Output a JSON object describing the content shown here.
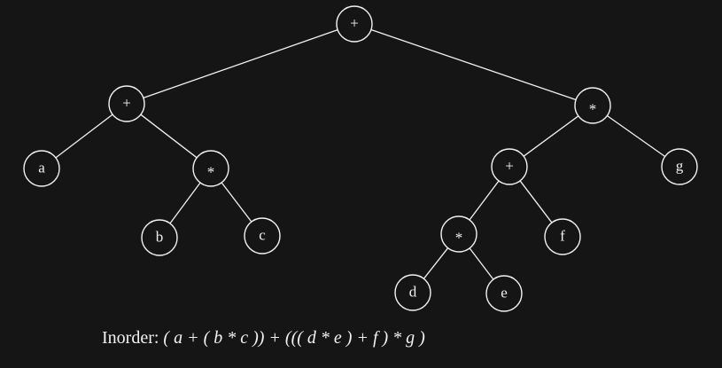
{
  "colors": {
    "background": "#151515",
    "foreground": "#f2f2f2"
  },
  "tree": {
    "nodes": [
      {
        "id": "n1",
        "label": "+"
      },
      {
        "id": "n2",
        "label": "+"
      },
      {
        "id": "n3",
        "label": "*"
      },
      {
        "id": "n4",
        "label": "a"
      },
      {
        "id": "n5",
        "label": "*"
      },
      {
        "id": "n6",
        "label": "b"
      },
      {
        "id": "n7",
        "label": "c"
      },
      {
        "id": "n8",
        "label": "+"
      },
      {
        "id": "n9",
        "label": "g"
      },
      {
        "id": "n10",
        "label": "*"
      },
      {
        "id": "n11",
        "label": "f"
      },
      {
        "id": "n12",
        "label": "d"
      },
      {
        "id": "n13",
        "label": "e"
      }
    ],
    "edges": [
      [
        "n1",
        "n2"
      ],
      [
        "n1",
        "n3"
      ],
      [
        "n2",
        "n4"
      ],
      [
        "n2",
        "n5"
      ],
      [
        "n5",
        "n6"
      ],
      [
        "n5",
        "n7"
      ],
      [
        "n3",
        "n8"
      ],
      [
        "n3",
        "n9"
      ],
      [
        "n8",
        "n10"
      ],
      [
        "n8",
        "n11"
      ],
      [
        "n10",
        "n12"
      ],
      [
        "n10",
        "n13"
      ]
    ]
  },
  "caption": {
    "prefix": "Inorder:",
    "expression": "( a + ( b * c )) + ((( d * e ) + f ) * g )"
  }
}
